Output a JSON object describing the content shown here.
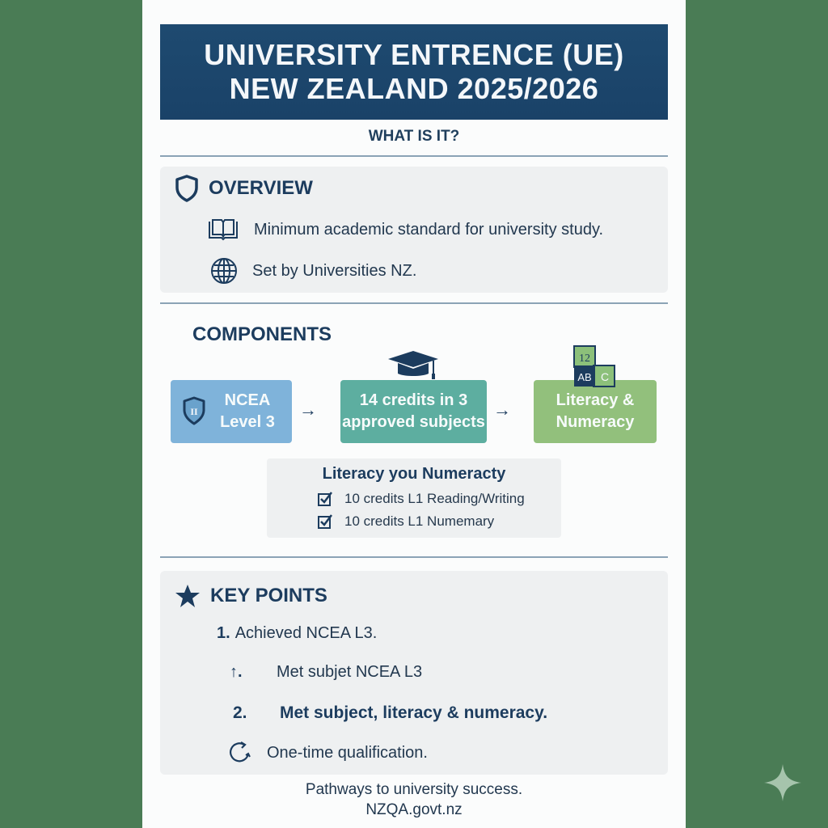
{
  "colors": {
    "background": "#4a7c55",
    "page": "#fbfcfc",
    "banner": "#1e4a70",
    "navy_text": "#1c3c5e",
    "box_blue": "#7fb3da",
    "box_teal": "#5daea0",
    "box_green": "#92c07c",
    "panel": "#eef0f1"
  },
  "header": {
    "title_line1": "UNIVERSITY ENTRENCE (UE)",
    "title_line2": "NEW ZEALAND 2025/2026",
    "subtitle": "WHAT IS IT?"
  },
  "overview": {
    "heading": "OVERVIEW",
    "heading_icon": "shield-icon",
    "items": [
      {
        "icon": "book-icon",
        "text": "Minimum academic standard for university study."
      },
      {
        "icon": "globe-icon",
        "text": "Set by Universities NZ."
      }
    ]
  },
  "components": {
    "heading": "COMPONENTS",
    "boxes": [
      {
        "icon": "shield-badge-icon",
        "badge": "II",
        "line1": "NCEA",
        "line2": "Level 3"
      },
      {
        "icon": "graduation-cap-icon",
        "line1": "14 credits in 3",
        "line2": "approved subjects"
      },
      {
        "icon": "blocks-icon",
        "block_labels": [
          "12",
          "AB",
          "C"
        ],
        "line1": "Literacy &",
        "line2": "Numeracy"
      }
    ],
    "arrow": "→",
    "literacy_panel": {
      "title": "Literacy you Numeracty",
      "items": [
        {
          "icon": "checkbox-checked-icon",
          "text": "10 credits L1 Reading/Writing"
        },
        {
          "icon": "checkbox-checked-icon",
          "text": "10 credits L1 Numemary"
        }
      ]
    }
  },
  "key_points": {
    "heading": "KEY POINTS",
    "heading_icon": "star-icon",
    "items": [
      {
        "marker": "1.",
        "text": "Achieved NCEA L3."
      },
      {
        "marker": "↑.",
        "text": "Met subjet NCEA L3"
      },
      {
        "marker": "2.",
        "text": "Met subject, literacy & numeracy."
      },
      {
        "marker_icon": "refresh-icon",
        "text": "One-time qualification."
      }
    ]
  },
  "footer": {
    "tagline": "Pathways to university success.",
    "website": "NZQA.govt.nz"
  }
}
